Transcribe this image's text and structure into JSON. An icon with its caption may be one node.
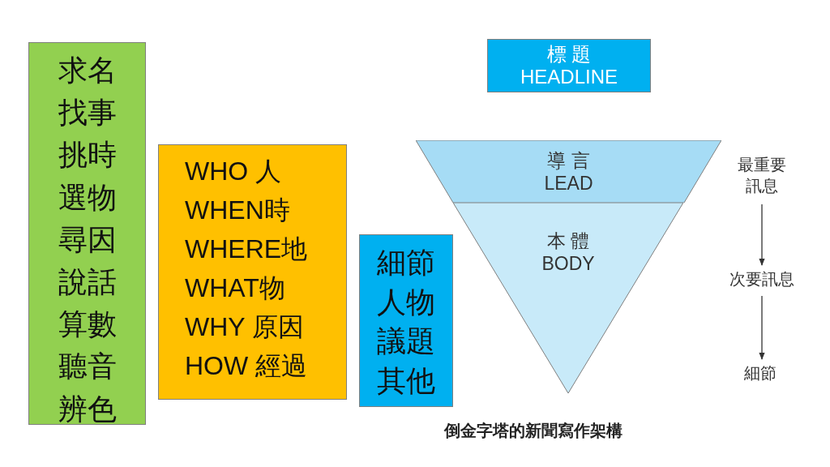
{
  "diagram": {
    "caption": "倒金字塔的新聞寫作架構",
    "nodes": [
      {
        "text": [
          "求名",
          "找事",
          "挑時",
          "選物",
          "尋因",
          "說話",
          "算數",
          "聽音",
          "辨色"
        ]
      },
      {
        "text": [
          "WHO 人",
          "WHEN時",
          "WHERE地",
          "WHAT物",
          "WHY 原因",
          "HOW 經過"
        ]
      },
      {
        "text": [
          "細節",
          "人物",
          "議題",
          "其他"
        ]
      },
      {
        "text": [
          "標 題",
          "HEADLINE"
        ]
      },
      {
        "text": [
          "導 言",
          "LEAD"
        ]
      },
      {
        "text": [
          "本 體",
          "BODY"
        ]
      },
      {
        "text": [
          "最重要訊息"
        ]
      },
      {
        "text": [
          "次要訊息"
        ]
      },
      {
        "text": [
          "細節"
        ]
      }
    ],
    "edges": [
      {
        "from": 6,
        "to": 7,
        "arrow": "to"
      },
      {
        "from": 7,
        "to": 8,
        "arrow": "to"
      }
    ]
  }
}
